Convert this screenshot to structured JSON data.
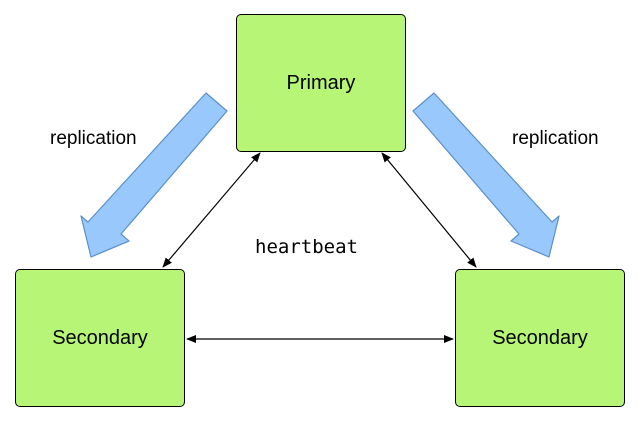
{
  "colors": {
    "node_fill": "#b6f576",
    "replication_arrow_fill": "#98c8fc",
    "replication_arrow_stroke": "#5a8fc8",
    "line": "#000000"
  },
  "nodes": {
    "primary": {
      "label": "Primary"
    },
    "secondary_left": {
      "label": "Secondary"
    },
    "secondary_right": {
      "label": "Secondary"
    }
  },
  "edges": {
    "replication_left_label": "replication",
    "replication_right_label": "replication",
    "heartbeat_label": "heartbeat"
  }
}
